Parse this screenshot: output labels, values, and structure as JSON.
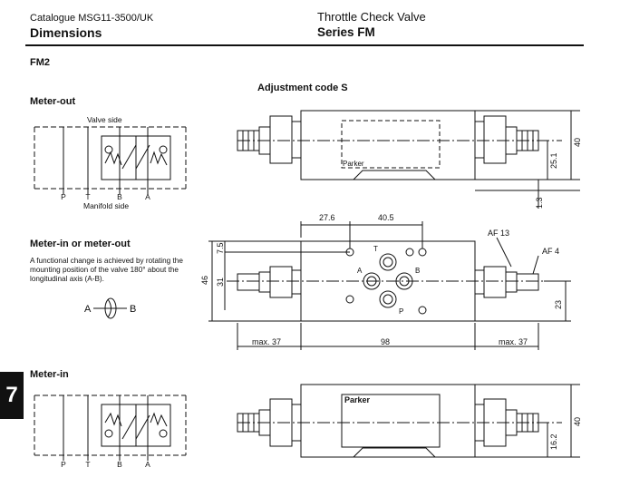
{
  "header": {
    "catalogue": "Catalogue MSG11-3500/UK",
    "section": "Dimensions",
    "product": "Throttle Check Valve",
    "series": "Series FM"
  },
  "page_code": "FM2",
  "adjustment_title": "Adjustment code S",
  "meter_out": {
    "title": "Meter-out",
    "valve_side": "Valve side",
    "manifold_side": "Manifold side",
    "ports": [
      "P",
      "T",
      "B",
      "A"
    ]
  },
  "meter_in_or_out": {
    "title": "Meter-in or meter-out",
    "note": "A functional change is achieved by rotating the mounting position of the valve 180° about the longitudinal axis (A-B).",
    "rotate_a": "A",
    "rotate_b": "B"
  },
  "meter_in": {
    "title": "Meter-in",
    "ports": [
      "P",
      "T",
      "B",
      "A"
    ]
  },
  "tab_number": "7",
  "dimensions": {
    "top_40": "40",
    "top_25_1": "25.1",
    "top_1_3": "1.3",
    "d_27_6": "27.6",
    "d_40_5": "40.5",
    "d_7_5": "7.5",
    "d_31": "31",
    "d_46": "46",
    "d_23": "23",
    "af13": "AF 13",
    "af4": "AF 4",
    "max37_left": "max. 37",
    "d_98": "98",
    "max37_right": "max. 37",
    "bottom_40": "40",
    "bottom_16_2": "16.2"
  },
  "port_labels": {
    "t": "T",
    "a": "A",
    "b": "B",
    "p": "P"
  },
  "brand_text": "Parker"
}
